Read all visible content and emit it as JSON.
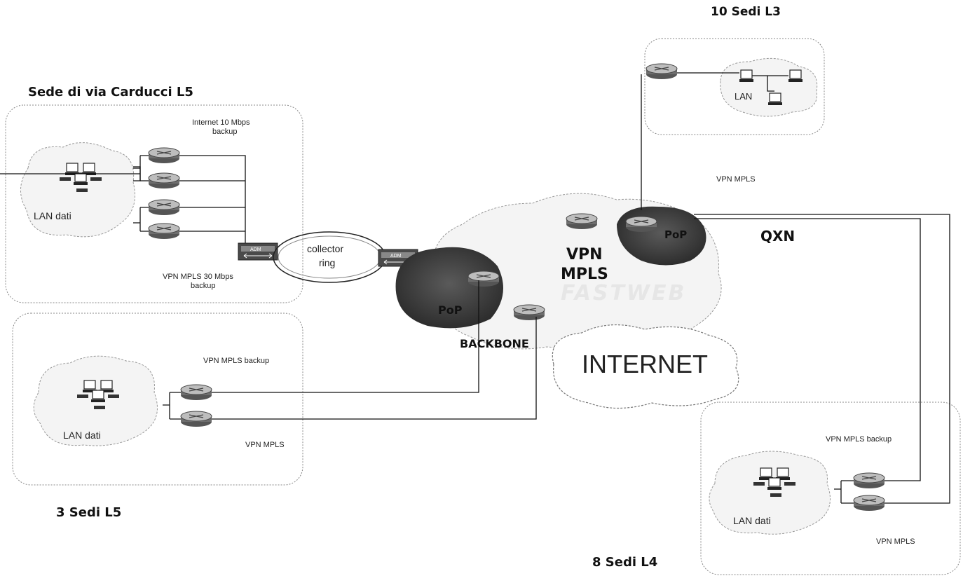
{
  "sites": {
    "carducci": {
      "title": "Sede di via Carducci L5",
      "lan_label": "LAN dati",
      "internet_label_1": "Internet 10 Mbps",
      "internet_label_2": "backup",
      "vpn_label_1": "VPN MPLS 30 Mbps",
      "vpn_label_2": "backup",
      "adm_label": "ADM"
    },
    "sedi_l5": {
      "title": "3 Sedi L5",
      "lan_label": "LAN dati",
      "vpn_backup_label": "VPN MPLS backup",
      "vpn_label": "VPN MPLS"
    },
    "sedi_l3": {
      "title": "10 Sedi L3",
      "lan_label": "LAN"
    },
    "sedi_l4": {
      "title": "8 Sedi L4",
      "lan_label": "LAN dati",
      "vpn_backup_label": "VPN MPLS backup",
      "vpn_label": "VPN MPLS"
    }
  },
  "core": {
    "collector_ring_1": "collector",
    "collector_ring_2": "ring",
    "adm_label": "ADM",
    "pop_left": "PoP",
    "pop_right": "PoP",
    "backbone": "BACKBONE",
    "vpn_mpls_1": "VPN",
    "vpn_mpls_2": "MPLS",
    "watermark": "FASTWEB",
    "internet": "INTERNET",
    "qxn": "QXN",
    "vpn_mpls_uplink": "VPN MPLS"
  },
  "colors": {
    "backbone_dark": "#3a3a3a",
    "router_body": "#7a7a7a",
    "router_top": "#c8c8c8",
    "line": "#111111"
  }
}
